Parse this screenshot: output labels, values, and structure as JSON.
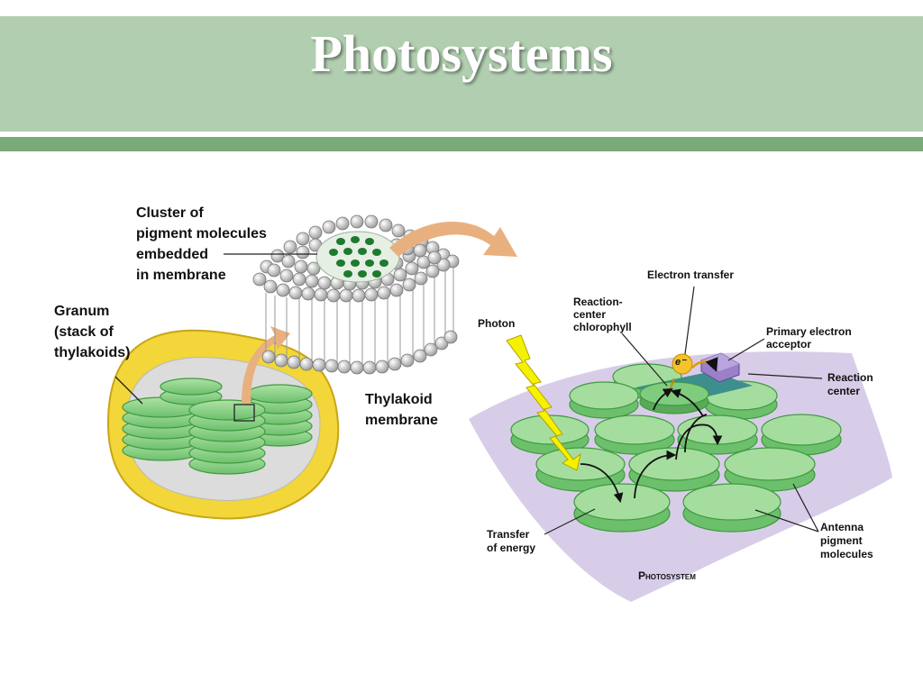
{
  "slide": {
    "title": "Photosystems",
    "colors": {
      "header_bg": "#b1cfb0",
      "header_band": "#7aaa79",
      "chlorophyll": "#8ed48e",
      "membrane": "#d8cde8"
    }
  },
  "left_diagram": {
    "cluster_label": "Cluster of\npigment molecules\nembedded\nin membrane",
    "granum_label": "Granum\n(stack of\nthylakoids)",
    "membrane_label": "Thylakoid\nmembrane"
  },
  "right_diagram": {
    "electron_transfer": "Electron transfer",
    "reaction_center_chlorophyll": "Reaction-\ncenter\nchlorophyll",
    "photon": "Photon",
    "primary_acceptor": "Primary electron\nacceptor",
    "reaction_center": "Reaction\ncenter",
    "transfer_energy": "Transfer\nof energy",
    "antenna": "Antenna\npigment\nmolecules",
    "photosystem": "Photosystem",
    "electron_symbol": "e⁻"
  }
}
